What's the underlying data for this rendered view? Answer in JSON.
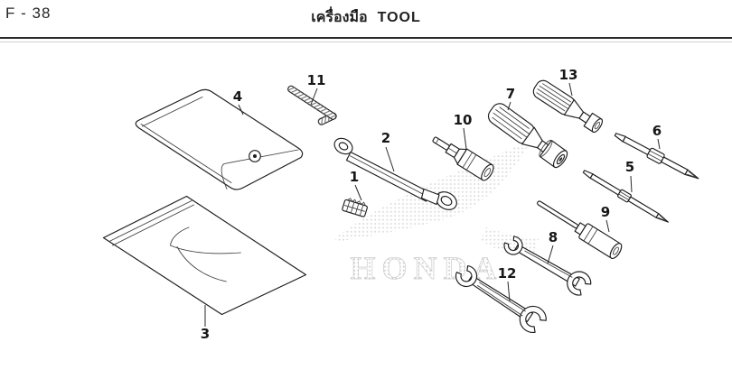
{
  "header": {
    "page_code": "F - 38",
    "title_thai": "เครื่องมือ",
    "title_en": "TOOL"
  },
  "watermark": {
    "brand": "HONDA"
  },
  "diagram": {
    "part_labels": {
      "1": "1",
      "2": "2",
      "3": "3",
      "4": "4",
      "5": "5",
      "6": "6",
      "7": "7",
      "8": "8",
      "9": "9",
      "10": "10",
      "11": "11",
      "12": "12",
      "13": "13"
    }
  }
}
